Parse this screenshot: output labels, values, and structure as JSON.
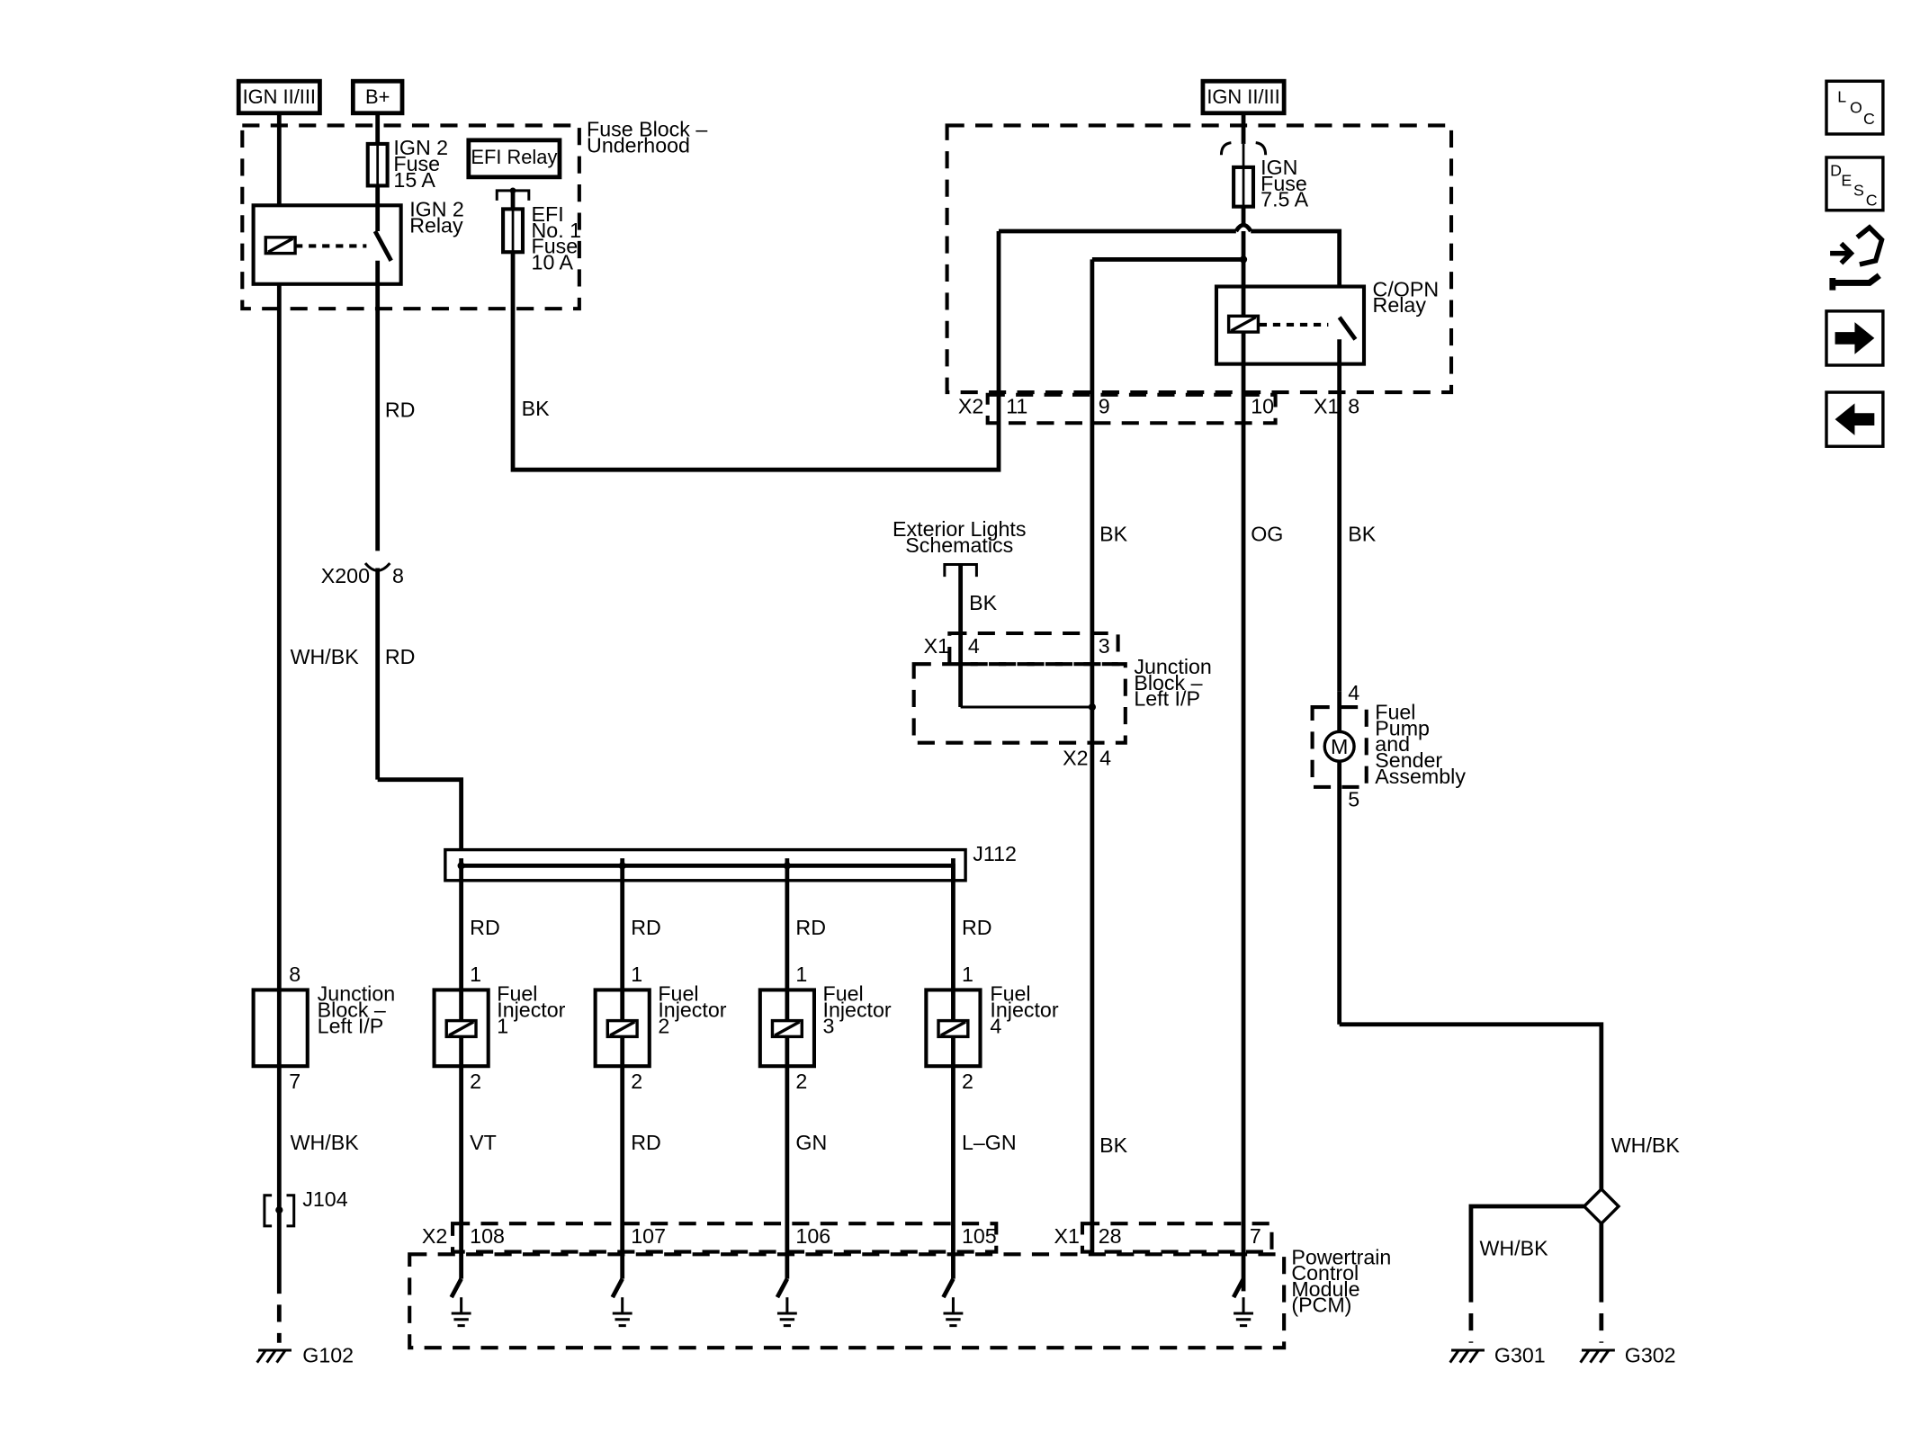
{
  "sources": {
    "ign_left": "IGN II/III",
    "bplus": "B+",
    "ign_right": "IGN II/III"
  },
  "fuse_block": {
    "title_line1": "Fuse Block –",
    "title_line2": "Underhood",
    "ign2_fuse": [
      "IGN 2",
      "Fuse",
      "15 A"
    ],
    "ign2_relay": [
      "IGN 2",
      "Relay"
    ],
    "efi_relay": "EFI Relay",
    "efi_fuse": [
      "EFI",
      "No. 1",
      "Fuse",
      "10 A"
    ]
  },
  "right_block": {
    "ign_fuse": [
      "IGN",
      "Fuse",
      "7.5 A"
    ],
    "copn_relay": [
      "C/OPN",
      "Relay"
    ],
    "x2": "X2",
    "x1": "X1",
    "pins": [
      "11",
      "9",
      "10",
      "8"
    ]
  },
  "wires": {
    "rd1": "RD",
    "bk1": "BK",
    "rd2": "RD",
    "whbk1": "WH/BK",
    "whbk2": "WH/BK",
    "bk_9": "BK",
    "og": "OG",
    "bk_8": "BK",
    "bk_ext": "BK",
    "bk_pcm": "BK",
    "whbk_right": "WH/BK",
    "whbk_g301": "WH/BK",
    "inj_feed": [
      "RD",
      "RD",
      "RD",
      "RD"
    ],
    "inj_out": [
      "VT",
      "RD",
      "GN",
      "L–GN"
    ]
  },
  "connector_x200": {
    "name": "X200",
    "pin": "8"
  },
  "exterior_lights": [
    "Exterior Lights",
    "Schematics"
  ],
  "junction_right": {
    "x1": "X1",
    "pin4": "4",
    "pin3": "3",
    "label": [
      "Junction",
      "Block –",
      "Left I/P"
    ],
    "x2": "X2",
    "pin_out": "4"
  },
  "junction_left": {
    "pin_top": "8",
    "pin_bottom": "7",
    "label": [
      "Junction",
      "Block –",
      "Left I/P"
    ]
  },
  "splice_j112": "J112",
  "splice_j104": "J104",
  "injectors": [
    {
      "name": [
        "Fuel",
        "Injector",
        "1"
      ],
      "pin_in": "1",
      "pin_out": "2",
      "pcm_pin": "108"
    },
    {
      "name": [
        "Fuel",
        "Injector",
        "2"
      ],
      "pin_in": "1",
      "pin_out": "2",
      "pcm_pin": "107"
    },
    {
      "name": [
        "Fuel",
        "Injector",
        "3"
      ],
      "pin_in": "1",
      "pin_out": "2",
      "pcm_pin": "106"
    },
    {
      "name": [
        "Fuel",
        "Injector",
        "4"
      ],
      "pin_in": "1",
      "pin_out": "2",
      "pcm_pin": "105"
    }
  ],
  "fuel_pump": {
    "label": [
      "Fuel",
      "Pump",
      "and",
      "Sender",
      "Assembly"
    ],
    "motor": "M",
    "pin_top": "4",
    "pin_bottom": "5"
  },
  "pcm": {
    "label": [
      "Powertrain",
      "Control",
      "Module",
      "(PCM)"
    ],
    "x2": "X2",
    "x1": "X1",
    "pin_28": "28",
    "pin_7": "7"
  },
  "grounds": [
    "G102",
    "G301",
    "G302"
  ],
  "nav": {
    "loc": [
      "L",
      "O",
      "C"
    ],
    "desc": [
      "D",
      "E",
      "S",
      "C"
    ],
    "icons": [
      "component-locator-icon",
      "description-icon",
      "diagnostic-tools-icon",
      "next-arrow-icon",
      "previous-arrow-icon"
    ]
  }
}
